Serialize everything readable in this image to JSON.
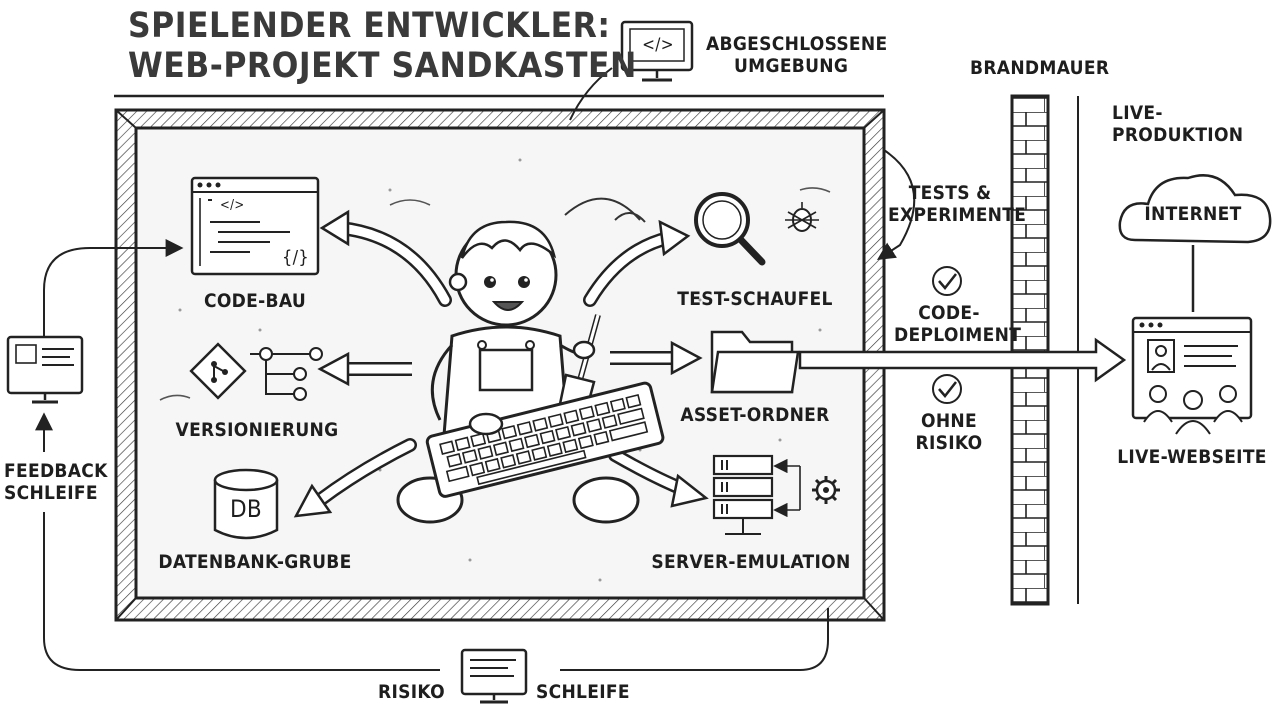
{
  "title": {
    "line1": "SPIELENDER ENTWICKLER:",
    "line2": "WEB-PROJEKT SANDKASTEN"
  },
  "labels": {
    "isolated_line1": "ABGESCHLOSSENE",
    "isolated_line2": "UMGEBUNG",
    "firewall": "BRANDMAUER",
    "live_production": "LIVE-PRODUKTION",
    "tests_line1": "TESTS &",
    "tests_line2": "EXPERIMENTE",
    "deploy_line1": "CODE-",
    "deploy_line2": "DEPLOIMENT",
    "risk_free_line1": "OHNE",
    "risk_free_line2": "RISIKO",
    "internet": "INTERNET",
    "live_website": "LIVE-WEBSEITE",
    "feedback_line1": "FEEDBACK",
    "feedback_line2": "SCHLEIFE",
    "bottom_left": "RISIKO",
    "bottom_right": "SCHLEIFE"
  },
  "sandbox": {
    "code_build": "CODE-BAU",
    "code_glyph": "</>",
    "code_brace": "{/}",
    "test_shovel": "TEST-SCHAUFEL",
    "asset_folder": "ASSET-ORDNER",
    "versioning": "VERSIONIERUNG",
    "database_pit": "DATENBANK-GRUBE",
    "db_label": "DB",
    "server_emulation": "SERVER-EMULATION"
  },
  "icons": {
    "monitor_code_glyph": "</>"
  }
}
